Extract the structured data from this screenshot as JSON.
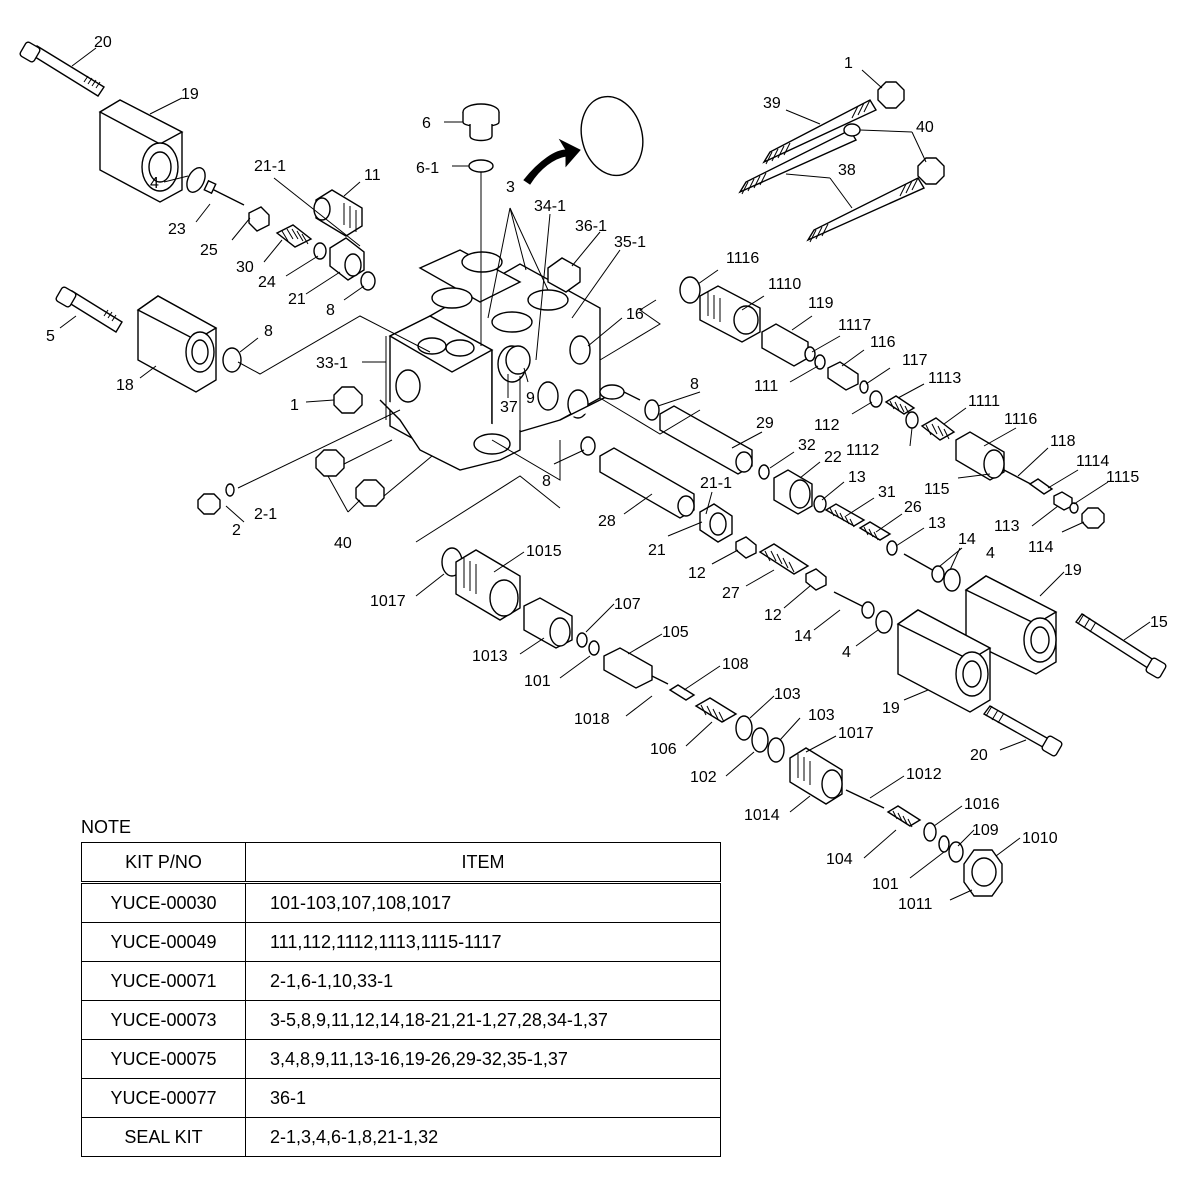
{
  "callouts": [
    {
      "id": "c20a",
      "text": "20"
    },
    {
      "id": "c19a",
      "text": "19"
    },
    {
      "id": "c4a",
      "text": "4"
    },
    {
      "id": "c23",
      "text": "23"
    },
    {
      "id": "c25",
      "text": "25"
    },
    {
      "id": "c30",
      "text": "30"
    },
    {
      "id": "c24",
      "text": "24"
    },
    {
      "id": "c21a",
      "text": "21"
    },
    {
      "id": "c21-1a",
      "text": "21-1"
    },
    {
      "id": "c11",
      "text": "11"
    },
    {
      "id": "c8a",
      "text": "8"
    },
    {
      "id": "c5",
      "text": "5"
    },
    {
      "id": "c18",
      "text": "18"
    },
    {
      "id": "c8b",
      "text": "8"
    },
    {
      "id": "c33-1",
      "text": "33-1"
    },
    {
      "id": "c1a",
      "text": "1"
    },
    {
      "id": "c2",
      "text": "2"
    },
    {
      "id": "c2-1",
      "text": "2-1"
    },
    {
      "id": "c40a",
      "text": "40"
    },
    {
      "id": "c6",
      "text": "6"
    },
    {
      "id": "c6-1",
      "text": "6-1"
    },
    {
      "id": "c3",
      "text": "3"
    },
    {
      "id": "c34-1",
      "text": "34-1"
    },
    {
      "id": "c36-1",
      "text": "36-1"
    },
    {
      "id": "c35-1",
      "text": "35-1"
    },
    {
      "id": "c16",
      "text": "16"
    },
    {
      "id": "c9",
      "text": "9"
    },
    {
      "id": "c37",
      "text": "37"
    },
    {
      "id": "c8c",
      "text": "8"
    },
    {
      "id": "c1b",
      "text": "1"
    },
    {
      "id": "c39",
      "text": "39"
    },
    {
      "id": "c40b",
      "text": "40"
    },
    {
      "id": "c38",
      "text": "38"
    },
    {
      "id": "c1116a",
      "text": "1116"
    },
    {
      "id": "c1110",
      "text": "1110"
    },
    {
      "id": "c119",
      "text": "119"
    },
    {
      "id": "c1117",
      "text": "1117"
    },
    {
      "id": "c116",
      "text": "116"
    },
    {
      "id": "c111",
      "text": "111"
    },
    {
      "id": "c117",
      "text": "117"
    },
    {
      "id": "c1113",
      "text": "1113"
    },
    {
      "id": "c112",
      "text": "112"
    },
    {
      "id": "c1111",
      "text": "1111"
    },
    {
      "id": "c1116b",
      "text": "1116"
    },
    {
      "id": "c1112",
      "text": "1112"
    },
    {
      "id": "c8d",
      "text": "8"
    },
    {
      "id": "c29",
      "text": "29"
    },
    {
      "id": "c32",
      "text": "32"
    },
    {
      "id": "c22",
      "text": "22"
    },
    {
      "id": "c13a",
      "text": "13"
    },
    {
      "id": "c31",
      "text": "31"
    },
    {
      "id": "c26",
      "text": "26"
    },
    {
      "id": "c13b",
      "text": "13"
    },
    {
      "id": "c118",
      "text": "118"
    },
    {
      "id": "c1114",
      "text": "1114"
    },
    {
      "id": "c1115",
      "text": "1115"
    },
    {
      "id": "c115",
      "text": "115"
    },
    {
      "id": "c113",
      "text": "113"
    },
    {
      "id": "c114",
      "text": "114"
    },
    {
      "id": "c8e",
      "text": "8"
    },
    {
      "id": "c21-1b",
      "text": "21-1"
    },
    {
      "id": "c28",
      "text": "28"
    },
    {
      "id": "c21b",
      "text": "21"
    },
    {
      "id": "c12a",
      "text": "12"
    },
    {
      "id": "c27",
      "text": "27"
    },
    {
      "id": "c12b",
      "text": "12"
    },
    {
      "id": "c14a",
      "text": "14"
    },
    {
      "id": "c14b",
      "text": "14"
    },
    {
      "id": "c4b",
      "text": "4"
    },
    {
      "id": "c4c",
      "text": "4"
    },
    {
      "id": "c19b",
      "text": "19"
    },
    {
      "id": "c15",
      "text": "15"
    },
    {
      "id": "c19c",
      "text": "19"
    },
    {
      "id": "c20b",
      "text": "20"
    },
    {
      "id": "c1015",
      "text": "1015"
    },
    {
      "id": "c1017a",
      "text": "1017"
    },
    {
      "id": "c107",
      "text": "107"
    },
    {
      "id": "c1013",
      "text": "1013"
    },
    {
      "id": "c105",
      "text": "105"
    },
    {
      "id": "c101a",
      "text": "101"
    },
    {
      "id": "c108",
      "text": "108"
    },
    {
      "id": "c1018",
      "text": "1018"
    },
    {
      "id": "c103a",
      "text": "103"
    },
    {
      "id": "c103b",
      "text": "103"
    },
    {
      "id": "c106",
      "text": "106"
    },
    {
      "id": "c102",
      "text": "102"
    },
    {
      "id": "c1017b",
      "text": "1017"
    },
    {
      "id": "c1012",
      "text": "1012"
    },
    {
      "id": "c1014",
      "text": "1014"
    },
    {
      "id": "c1016",
      "text": "1016"
    },
    {
      "id": "c109",
      "text": "109"
    },
    {
      "id": "c1010",
      "text": "1010"
    },
    {
      "id": "c104",
      "text": "104"
    },
    {
      "id": "c101b",
      "text": "101"
    },
    {
      "id": "c1011",
      "text": "1011"
    }
  ],
  "note": {
    "label": "NOTE",
    "headers": [
      "KIT P/NO",
      "ITEM"
    ],
    "rows": [
      {
        "kit": "YUCE-00030",
        "item": "101-103,107,108,1017"
      },
      {
        "kit": "YUCE-00049",
        "item": "111,112,1112,1113,1115-1117"
      },
      {
        "kit": "YUCE-00071",
        "item": "2-1,6-1,10,33-1"
      },
      {
        "kit": "YUCE-00073",
        "item": "3-5,8,9,11,12,14,18-21,21-1,27,28,34-1,37"
      },
      {
        "kit": "YUCE-00075",
        "item": "3,4,8,9,11,13-16,19-26,29-32,35-1,37"
      },
      {
        "kit": "YUCE-00077",
        "item": "36-1"
      },
      {
        "kit": "SEAL KIT",
        "item": "2-1,3,4,6-1,8,21-1,32"
      }
    ]
  }
}
